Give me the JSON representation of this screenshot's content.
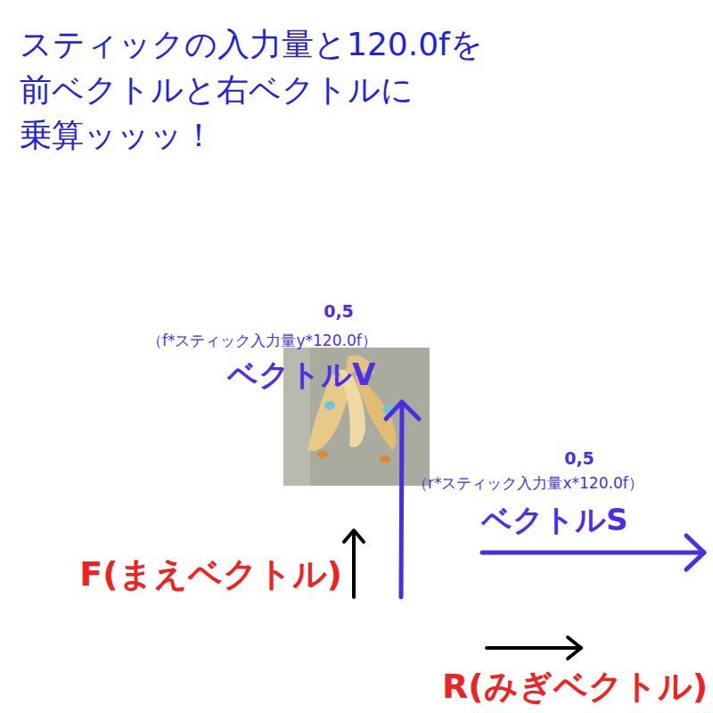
{
  "diagram": {
    "title": "スティックの入力量と120.0fを 前ベクトルと右ベクトルに 乗算ッッッ！",
    "labels": [
      "0,5",
      "（f*スティック入力量y*120.0f）",
      "ベクトルV",
      "0,5",
      "（r*スティック入力量x*120.0f）",
      "ベクトルS",
      "F(まえベクトル)",
      "R(みぎベクトル)"
    ]
  }
}
